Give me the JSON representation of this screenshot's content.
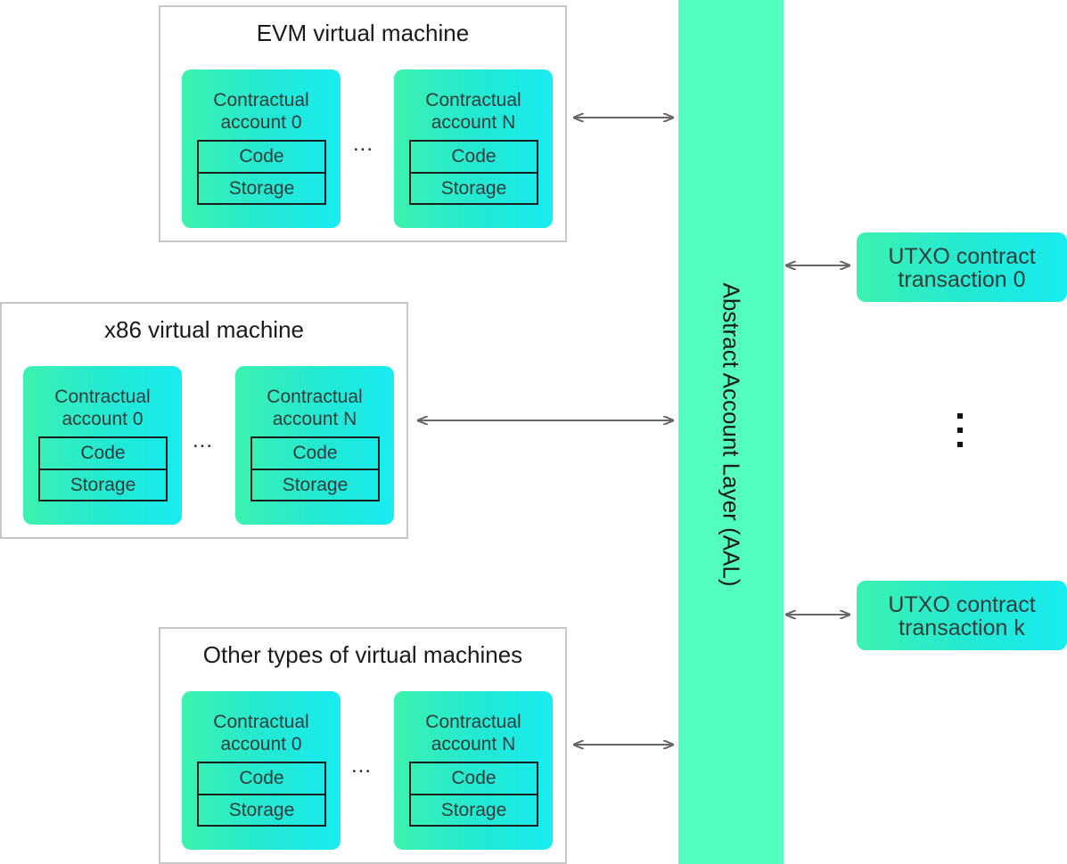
{
  "vms": [
    {
      "title": "EVM virtual machine",
      "accounts": [
        {
          "title": "Contractual\naccount 0",
          "code": "Code",
          "storage": "Storage"
        },
        {
          "title": "Contractual\naccount N",
          "code": "Code",
          "storage": "Storage"
        }
      ],
      "ellipsis": "..."
    },
    {
      "title": "x86 virtual machine",
      "accounts": [
        {
          "title": "Contractual\naccount 0",
          "code": "Code",
          "storage": "Storage"
        },
        {
          "title": "Contractual\naccount N",
          "code": "Code",
          "storage": "Storage"
        }
      ],
      "ellipsis": "..."
    },
    {
      "title": "Other types of virtual machines",
      "accounts": [
        {
          "title": "Contractual\naccount 0",
          "code": "Code",
          "storage": "Storage"
        },
        {
          "title": "Contractual\naccount N",
          "code": "Code",
          "storage": "Storage"
        }
      ],
      "ellipsis": "..."
    }
  ],
  "aal": {
    "label": "Abstract Account Layer (AAL)",
    "color": "#52ffbf"
  },
  "utxo": [
    {
      "label": "UTXO contract\ntransaction 0"
    },
    {
      "label": "UTXO contract\ntransaction k"
    }
  ],
  "colors": {
    "account_gradient_start": "#3cf2b0",
    "account_gradient_end": "#17ecf0",
    "arrow": "#666666"
  }
}
